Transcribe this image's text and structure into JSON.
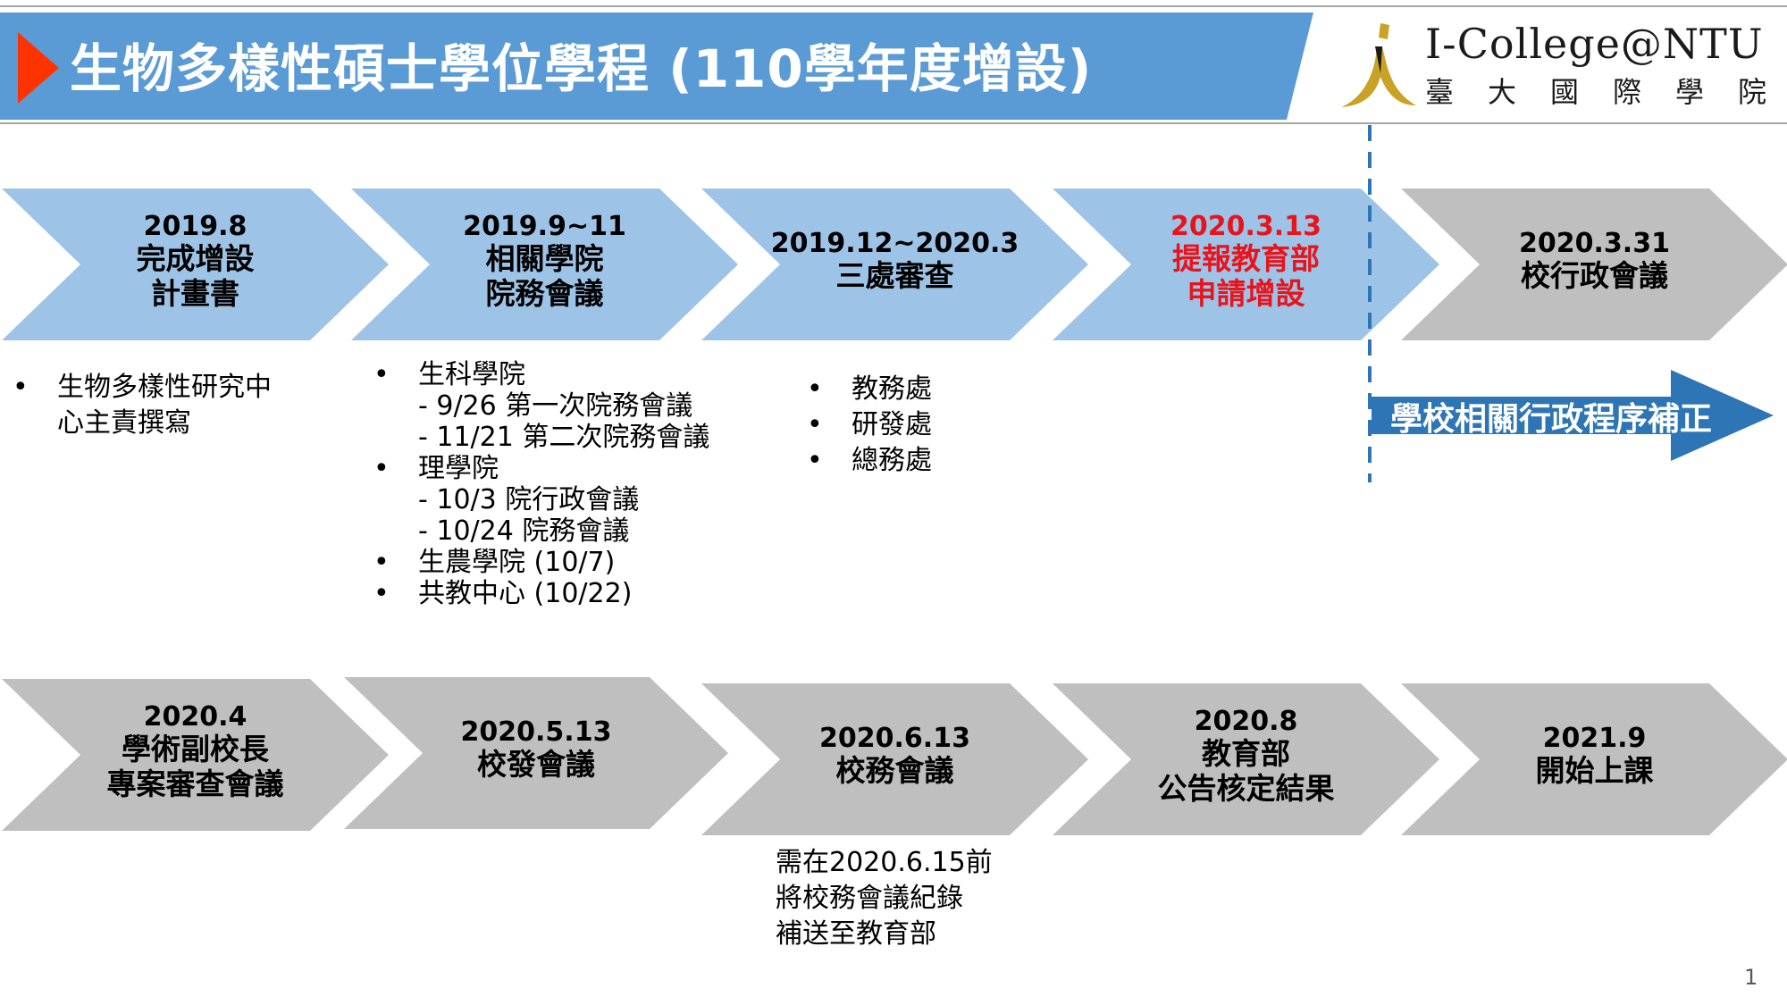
{
  "header": {
    "title": "生物多樣性碩士學位學程 (110學年度增設)",
    "logo_en": "I-College@NTU",
    "logo_zh": "臺大國際學院",
    "banner_color": "#5b9bd5",
    "play_icon_color": "#ff3300"
  },
  "timeline_row1": [
    {
      "date": "2019.8",
      "lines": [
        "完成增設",
        "計畫書"
      ],
      "style": "blue"
    },
    {
      "date": "2019.9~11",
      "lines": [
        "相關學院",
        "院務會議"
      ],
      "style": "blue"
    },
    {
      "date": "2019.12~2020.3",
      "lines": [
        "三處審查"
      ],
      "style": "blue"
    },
    {
      "date": "2020.3.13",
      "lines": [
        "提報教育部",
        "申請增設"
      ],
      "style": "blue-red"
    },
    {
      "date": "2020.3.31",
      "lines": [
        "校行政會議"
      ],
      "style": "gray"
    }
  ],
  "timeline_row2": [
    {
      "date": "2020.4",
      "lines": [
        "學術副校長",
        "專案審查會議"
      ],
      "style": "gray"
    },
    {
      "date": "2020.5.13",
      "lines": [
        "校發會議"
      ],
      "style": "gray"
    },
    {
      "date": "2020.6.13",
      "lines": [
        "校務會議"
      ],
      "style": "gray"
    },
    {
      "date": "2020.8",
      "lines": [
        "教育部",
        "公告核定結果"
      ],
      "style": "gray"
    },
    {
      "date": "2021.9",
      "lines": [
        "開始上課"
      ],
      "style": "gray"
    }
  ],
  "notes": {
    "step1": [
      {
        "text": "生物多樣性研究中",
        "sub": [
          "心主責撰寫"
        ]
      }
    ],
    "step2": [
      {
        "text": "生科學院",
        "sub": [
          "- 9/26 第一次院務會議",
          "- 11/21 第二次院務會議"
        ]
      },
      {
        "text": "理學院",
        "sub": [
          "- 10/3 院行政會議",
          "- 10/24 院務會議"
        ]
      },
      {
        "text": "生農學院 (10/7)",
        "sub": []
      },
      {
        "text": "共教中心 (10/22)",
        "sub": []
      }
    ],
    "step3": [
      {
        "text": "教務處",
        "sub": []
      },
      {
        "text": "研發處",
        "sub": []
      },
      {
        "text": "總務處",
        "sub": []
      }
    ],
    "step8": [
      "需在2020.6.15前",
      "將校務會議紀錄",
      "補送至教育部"
    ]
  },
  "blue_arrow_label": "學校相關行政程序補正",
  "bullet_char": "•",
  "page_number": "1",
  "colors": {
    "chevron_blue": "#9dc3e6",
    "chevron_gray": "#bfbfbf",
    "arrow_blue": "#2e75b6",
    "dash_blue": "#2e75b6",
    "red_text": "#e8141c"
  }
}
